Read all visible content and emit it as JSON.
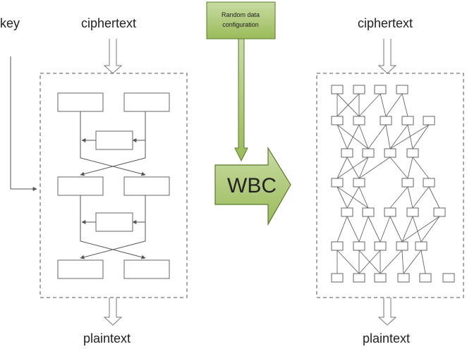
{
  "left": {
    "key_label": "key",
    "input_label": "ciphertext",
    "output_label": "plaintext"
  },
  "config_box": {
    "line1": "Random data",
    "line2": "configuration"
  },
  "wbc_label": "WBC",
  "right": {
    "input_label": "ciphertext",
    "output_label": "plaintext"
  },
  "colors": {
    "green_fill": "#9bbb59",
    "green_light": "#c3d69b",
    "green_dark": "#5a7a2e",
    "line": "#555555"
  }
}
